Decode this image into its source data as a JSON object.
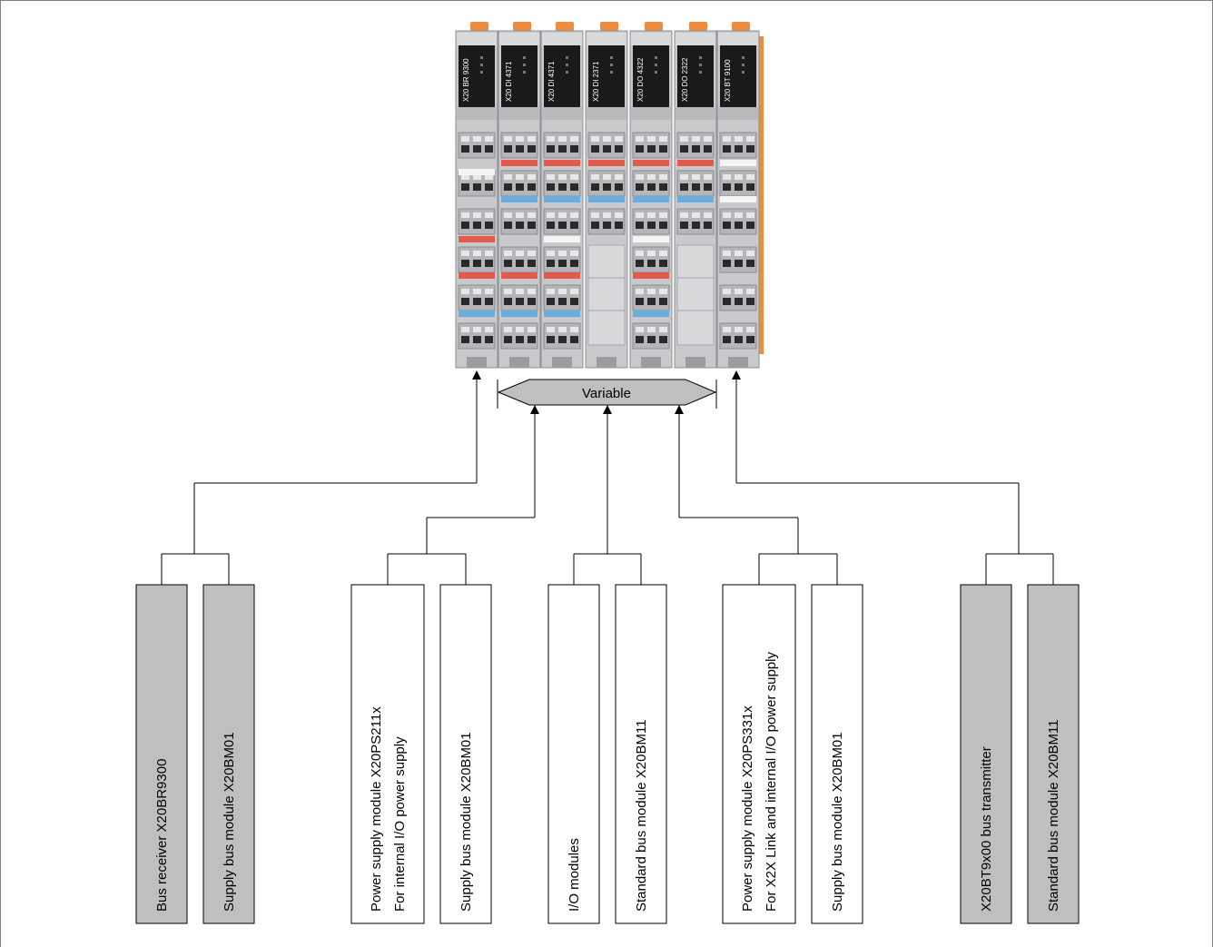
{
  "modules": [
    "X20 BR 9300",
    "X20 DI 4371",
    "X20 DI 4371",
    "X20 DI 2371",
    "X20 DO 4322",
    "X20 DO 2322",
    "X20 BT 9100"
  ],
  "variable_label": "Variable",
  "groups": [
    {
      "boxes": [
        {
          "lines": [
            "Bus receiver X20BR9300"
          ],
          "shaded": true
        },
        {
          "lines": [
            "Supply bus module X20BM01"
          ],
          "shaded": true
        }
      ]
    },
    {
      "boxes": [
        {
          "lines": [
            "Power supply module X20PS211x",
            "For internal I/O power supply"
          ],
          "shaded": false
        },
        {
          "lines": [
            "Supply bus module X20BM01"
          ],
          "shaded": false
        }
      ]
    },
    {
      "boxes": [
        {
          "lines": [
            "I/O modules"
          ],
          "shaded": false
        },
        {
          "lines": [
            "Standard bus module X20BM11"
          ],
          "shaded": false
        }
      ]
    },
    {
      "boxes": [
        {
          "lines": [
            "Power supply module X20PS331x",
            "For X2X Link and internal I/O power supply"
          ],
          "shaded": false
        },
        {
          "lines": [
            "Supply bus module X20BM01"
          ],
          "shaded": false
        }
      ]
    },
    {
      "boxes": [
        {
          "lines": [
            "X20BT9x00 bus transmitter"
          ],
          "shaded": true
        },
        {
          "lines": [
            "Standard bus module X20BM11"
          ],
          "shaded": true
        }
      ]
    }
  ],
  "colors": {
    "box_shaded": "#bfbfbf",
    "box_plain": "#ffffff",
    "line": "#000000",
    "variable_fill": "#bfbfbf",
    "module_body": "#c8c9cb",
    "module_top_dark": "#1a1a1a",
    "latch_orange": "#f08a3c",
    "strip_red": "#e25b4d",
    "strip_blue": "#6aaee0",
    "strip_white": "#f5f5f5"
  }
}
